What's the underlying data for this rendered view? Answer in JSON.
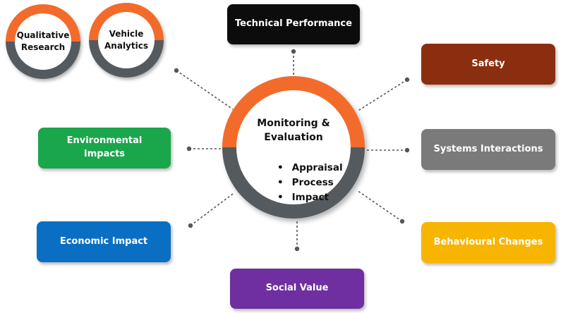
{
  "center": {
    "title_line1": "Monitoring &",
    "title_line2": "Evaluation",
    "items": [
      "Appraisal",
      "Process",
      "Impact"
    ]
  },
  "badges": {
    "qualitative_line1": "Qualitative",
    "qualitative_line2": "Research",
    "vehicle_line1": "Vehicle",
    "vehicle_line2": "Analytics"
  },
  "boxes": {
    "technical_performance": "Technical Performance",
    "safety": "Safety",
    "systems_interactions": "Systems Interactions",
    "behavioural_changes": "Behavioural Changes",
    "social_value": "Social Value",
    "economic_impact": "Economic Impact",
    "environmental_line1": "Environmental",
    "environmental_line2": "Impacts"
  },
  "colors": {
    "orange": "#f26b2b",
    "grey_ring": "#555a5e",
    "technical_performance": "#0c0c0c",
    "safety": "#8b2e0f",
    "systems_interactions": "#7a7a7a",
    "behavioural_changes": "#f7b500",
    "social_value": "#6f2fa0",
    "economic_impact": "#0a6fc2",
    "environmental_impacts": "#1aa64b"
  }
}
